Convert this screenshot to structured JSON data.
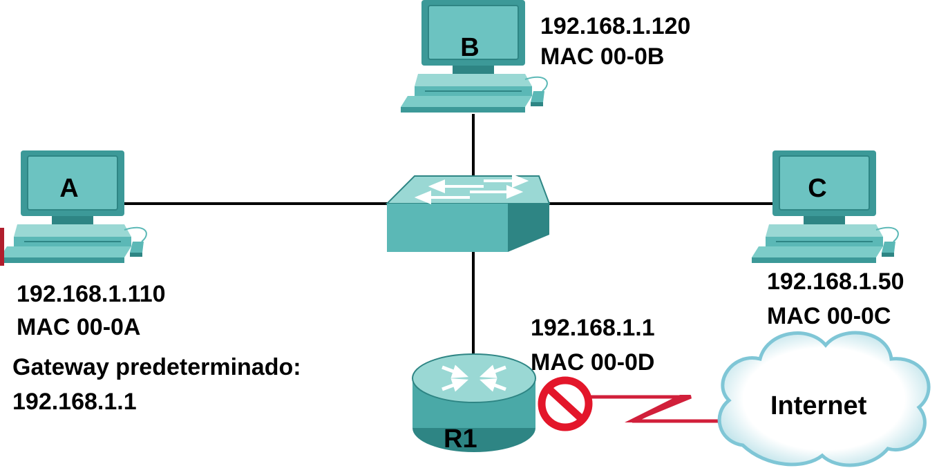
{
  "colors": {
    "device_teal": "#5bb8b6",
    "device_teal_dark": "#2e8584",
    "device_teal_light": "#9ad8d4",
    "cable": "#000000",
    "wan_link": "#d11f3a",
    "no_sign": "#e3162a",
    "cloud_edge": "#7fc6d6",
    "cloud_fill": "#ffffff"
  },
  "hosts": {
    "a": {
      "letter": "A",
      "ip": "192.168.1.110",
      "mac": "MAC 00-0A",
      "gateway_label": "Gateway predeterminado:",
      "gateway_ip": "192.168.1.1"
    },
    "b": {
      "letter": "B",
      "ip": "192.168.1.120",
      "mac": "MAC 00-0B"
    },
    "c": {
      "letter": "C",
      "ip": "192.168.1.50",
      "mac": "MAC 00-0C"
    }
  },
  "router": {
    "name": "R1",
    "ip": "192.168.1.1",
    "mac": "MAC 00-0D"
  },
  "cloud": {
    "label": "Internet"
  },
  "icons": {
    "pc": "desktop-computer-icon",
    "switch": "network-switch-icon",
    "router": "router-icon",
    "cloud": "cloud-icon",
    "blocked": "no-entry-icon",
    "serial_link": "serial-link-icon"
  }
}
